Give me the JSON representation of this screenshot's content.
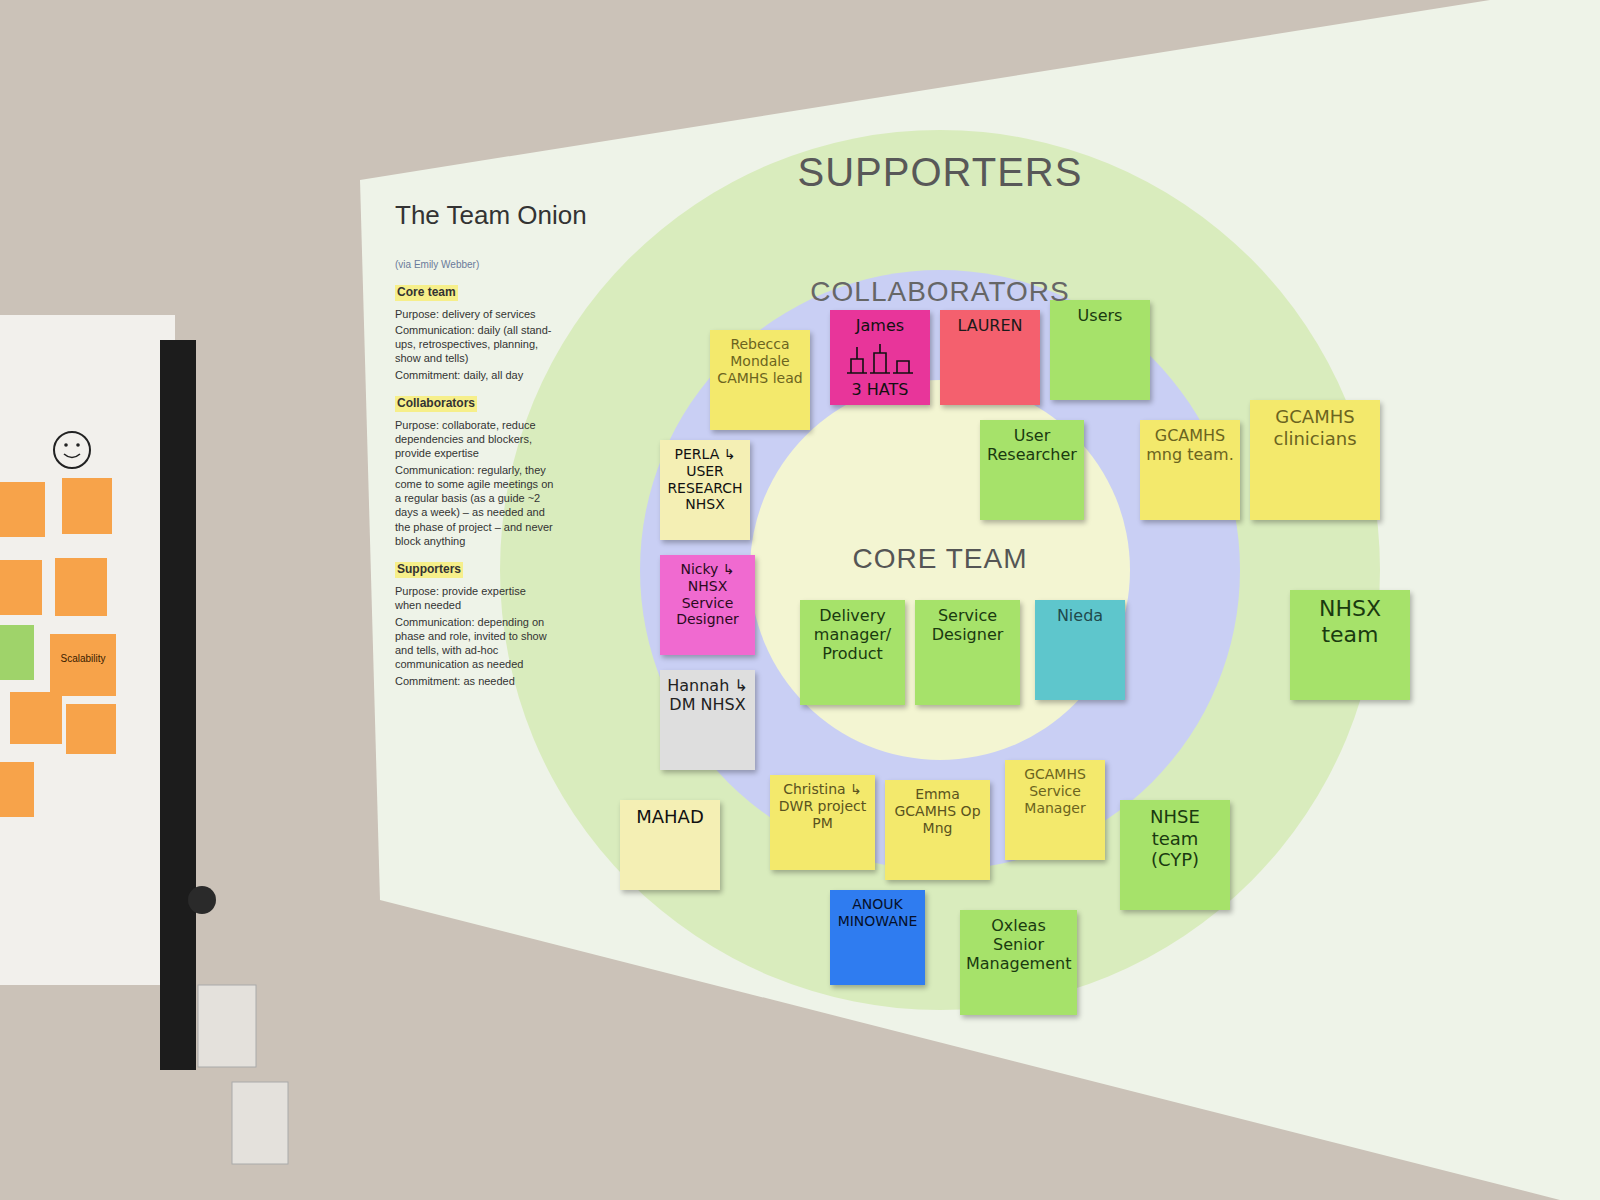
{
  "diagram": {
    "title": "The Team Onion",
    "nodes": [
      {
        "text": [
          "SUPPORTERS"
        ]
      },
      {
        "text": [
          "COLLABORATORS"
        ],
        "in": 0
      },
      {
        "text": [
          "CORE TEAM"
        ],
        "in": 1
      },
      {
        "text": [
          "Rebecca Mondale CAMHS lead"
        ],
        "in": 1
      },
      {
        "text": [
          "James",
          "3 HATS"
        ],
        "in": 1
      },
      {
        "text": [
          "LAUREN"
        ],
        "in": 1
      },
      {
        "text": [
          "Users"
        ],
        "in": 1
      },
      {
        "text": [
          "GCAMHS mng team."
        ],
        "in": 1
      },
      {
        "text": [
          "GCAMHS clinicians"
        ],
        "in": 0
      },
      {
        "text": [
          "PERLA ↳ USER RESEARCH NHSX"
        ],
        "in": 1
      },
      {
        "text": [
          "User Researcher"
        ],
        "in": 2
      },
      {
        "text": [
          "Nicky ↳ NHSX Service Designer"
        ],
        "in": 1
      },
      {
        "text": [
          "Delivery manager/ Product"
        ],
        "in": 2
      },
      {
        "text": [
          "Service Designer"
        ],
        "in": 2
      },
      {
        "text": [
          "Nieda"
        ],
        "in": 2
      },
      {
        "text": [
          "NHSX team"
        ],
        "in": 0
      },
      {
        "text": [
          "Hannah ↳ DM NHSX"
        ],
        "in": 1
      },
      {
        "text": [
          "Christina ↳ DWR project PM"
        ],
        "in": 1
      },
      {
        "text": [
          "Emma GCAMHS Op Mng"
        ],
        "in": 1
      },
      {
        "text": [
          "GCAMHS Service Manager"
        ],
        "in": 1
      },
      {
        "text": [
          "NHSE team (CYP)"
        ],
        "in": 0
      },
      {
        "text": [
          "MAHAD"
        ],
        "in": 0
      },
      {
        "text": [
          "ANOUK MINOWANE"
        ],
        "in": 0
      },
      {
        "text": [
          "Oxleas Senior Management"
        ],
        "in": 0
      }
    ],
    "labels": [
      "(via Emily Webber)",
      "Core team",
      "Purpose: delivery of services",
      "Communication: daily (all stand-ups, retrospectives, planning, show and tells)",
      "Commitment: daily, all day",
      "Collaborators",
      "Purpose: collaborate, reduce dependencies and blockers, provide expertise",
      "Communication: regularly, they come to some agile meetings on a regular basis (as a guide ~2 days a week) – as needed and the phase of project – and never block anything",
      "Supporters",
      "Purpose: provide expertise when needed",
      "Communication: depending on phase and role, invited to show and tells, with ad-hoc communication as needed",
      "Commitment: as needed",
      "Scalability"
    ]
  }
}
